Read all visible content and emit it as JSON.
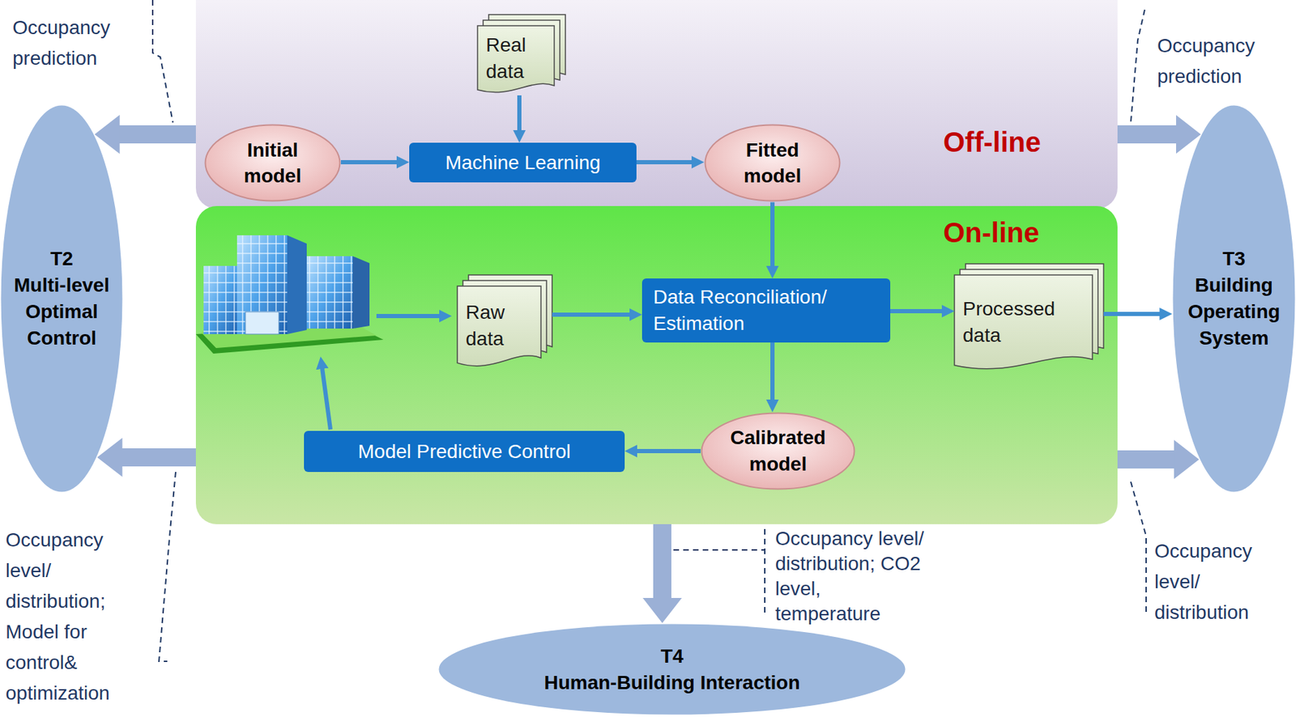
{
  "diagram": {
    "nodes": [
      {
        "text": [
          "Off-line"
        ]
      },
      {
        "text": [
          "Real data"
        ],
        "in": 0
      },
      {
        "text": [
          "Initial model"
        ],
        "in": 0
      },
      {
        "text": [
          "Machine Learning"
        ],
        "in": 0
      },
      {
        "text": [
          "Fitted model"
        ],
        "in": 0
      },
      {
        "text": [
          "On-line"
        ]
      },
      {
        "text": [
          "Raw data"
        ],
        "in": 5
      },
      {
        "text": [
          "Data Reconciliation/ Estimation"
        ],
        "in": 5
      },
      {
        "text": [
          "Processed data"
        ],
        "in": 5
      },
      {
        "text": [
          "Calibrated model"
        ],
        "in": 5
      },
      {
        "text": [
          "Model Predictive Control"
        ],
        "in": 5
      },
      {
        "text": [
          "T2",
          "Multi-level Optimal Control"
        ]
      },
      {
        "text": [
          "T3",
          "Building Operating System"
        ]
      },
      {
        "text": [
          "T4",
          "Human-Building Interaction"
        ]
      }
    ],
    "edges": [
      {
        "from": 1,
        "to": 3,
        "arrow": "to"
      },
      {
        "from": 2,
        "to": 3,
        "arrow": "to"
      },
      {
        "from": 3,
        "to": 4,
        "arrow": "to"
      },
      {
        "from": 4,
        "to": 7,
        "arrow": "to"
      },
      {
        "from": 6,
        "to": 7,
        "arrow": "to"
      },
      {
        "from": 7,
        "to": 8,
        "arrow": "to"
      },
      {
        "from": 7,
        "to": 9,
        "arrow": "to"
      },
      {
        "from": 9,
        "to": 10,
        "arrow": "to"
      },
      {
        "from": 8,
        "to": 12,
        "arrow": "to"
      },
      {
        "from": 0,
        "to": 11,
        "arrow": "to"
      },
      {
        "from": 5,
        "to": 11,
        "arrow": "to"
      },
      {
        "from": 0,
        "to": 12,
        "arrow": "to"
      },
      {
        "from": 5,
        "to": 12,
        "arrow": "to"
      },
      {
        "from": 5,
        "to": 13,
        "arrow": "to"
      }
    ],
    "labels": [
      "Occupancy prediction",
      "Occupancy prediction",
      "Occupancy level/ distribution; Model for control& optimization",
      "Occupancy level/ distribution; CO2 level, temperature",
      "Occupancy level/ distribution"
    ]
  }
}
